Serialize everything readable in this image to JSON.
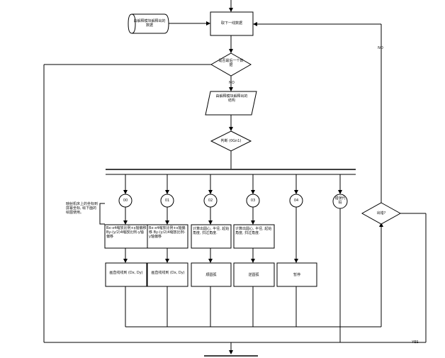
{
  "flowchart": {
    "nodes": {
      "input_data": "由解释模块解释出的数据",
      "take_next": "取下一线数据",
      "is_last": "是否最后一个数据",
      "no_label_1": "NO",
      "result": "由解释模块解释出的结构",
      "decision": "判断 (0Gn1)",
      "is_error": "出错?",
      "no_label_2": "NO",
      "yes_label": "YES"
    },
    "cases": [
      {
        "code": "00",
        "step1": "Bx-x4缩放比例+x轴偏移 By-(y/2)4缩放比例-y轴偏移",
        "step2": "画直线线到 (Dx, Dy)"
      },
      {
        "code": "01",
        "step1": "Bx-x4缩放比例+x轴偏移 By-(y/2)4缩放比例-y轴偏移",
        "step2": "画直线线到 (Dx, Dy)"
      },
      {
        "code": "02",
        "step1": "计算出圆心, 半径, 起始角度, 扫过角度.",
        "step2": "顺圆弧"
      },
      {
        "code": "03",
        "step1": "计算出圆心, 半径, 起始角度, 扫过角度.",
        "step2": "逆圆弧"
      },
      {
        "code": "04",
        "step1": "",
        "step2": "暂停"
      },
      {
        "code": "错误代码",
        "step1": "",
        "step2": ""
      }
    ],
    "annotation": "映射机床上的坐标到屏幕坐标, 绘下面的绘图使用。"
  }
}
